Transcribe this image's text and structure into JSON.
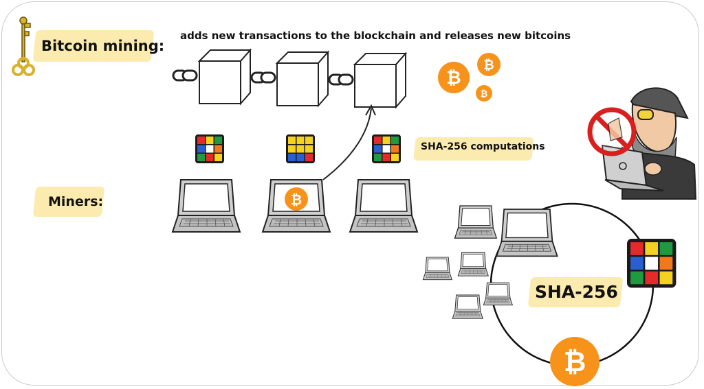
{
  "title": "Bitcoin mining:",
  "description": "adds new transactions to the blockchain and releases new bitcoins",
  "miners_label": "Miners:",
  "sha_computations_label": "SHA-256 computations",
  "sha_label": "SHA-256",
  "bitcoin_symbol": "₿",
  "colors": {
    "bitcoin_orange": "#f7931a",
    "highlight": "#fbe9a6",
    "laptop_gray": "#c8c8c8",
    "outline": "#222222",
    "no_sign_red": "#d9201f"
  },
  "icons": [
    "key-icon",
    "chain-link-icon",
    "block-cube-icon",
    "bitcoin-coin-icon",
    "rubiks-cube-icon",
    "laptop-icon",
    "hacker-icon",
    "prohibited-sign-icon",
    "arrow-icon"
  ]
}
